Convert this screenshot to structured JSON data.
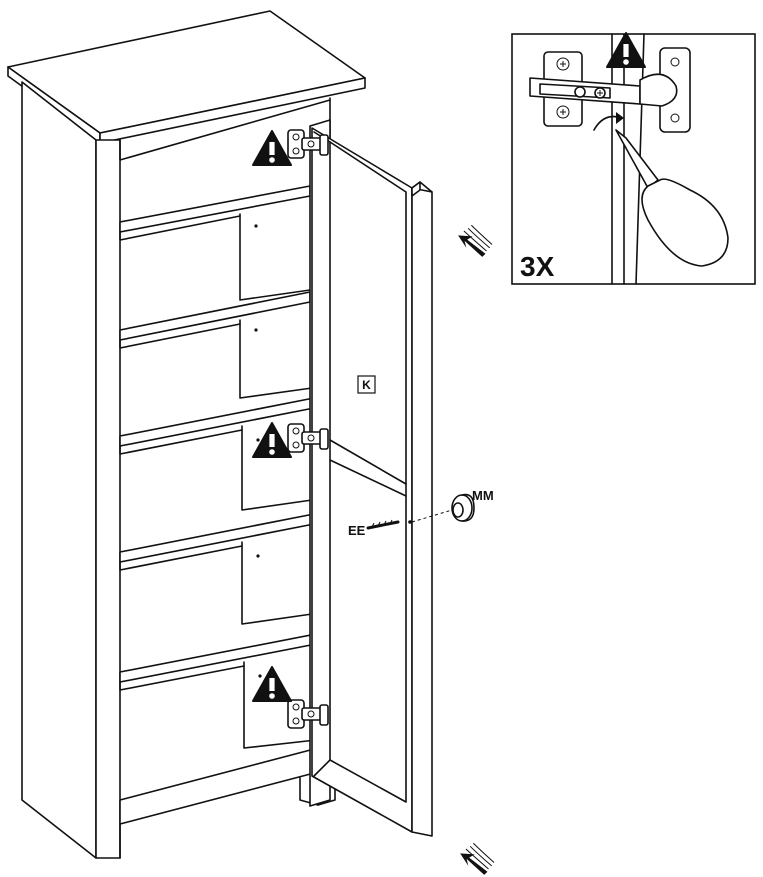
{
  "labels": {
    "door_part": "K",
    "screw_part": "EE",
    "knob_part": "MM",
    "repeat_count": "3X"
  },
  "icons": {
    "warning": "warning-triangle-icon",
    "push_arrow": "push-arrow-icon",
    "screwdriver": "screwdriver-icon"
  },
  "colors": {
    "line": "#111111",
    "background": "#ffffff"
  }
}
